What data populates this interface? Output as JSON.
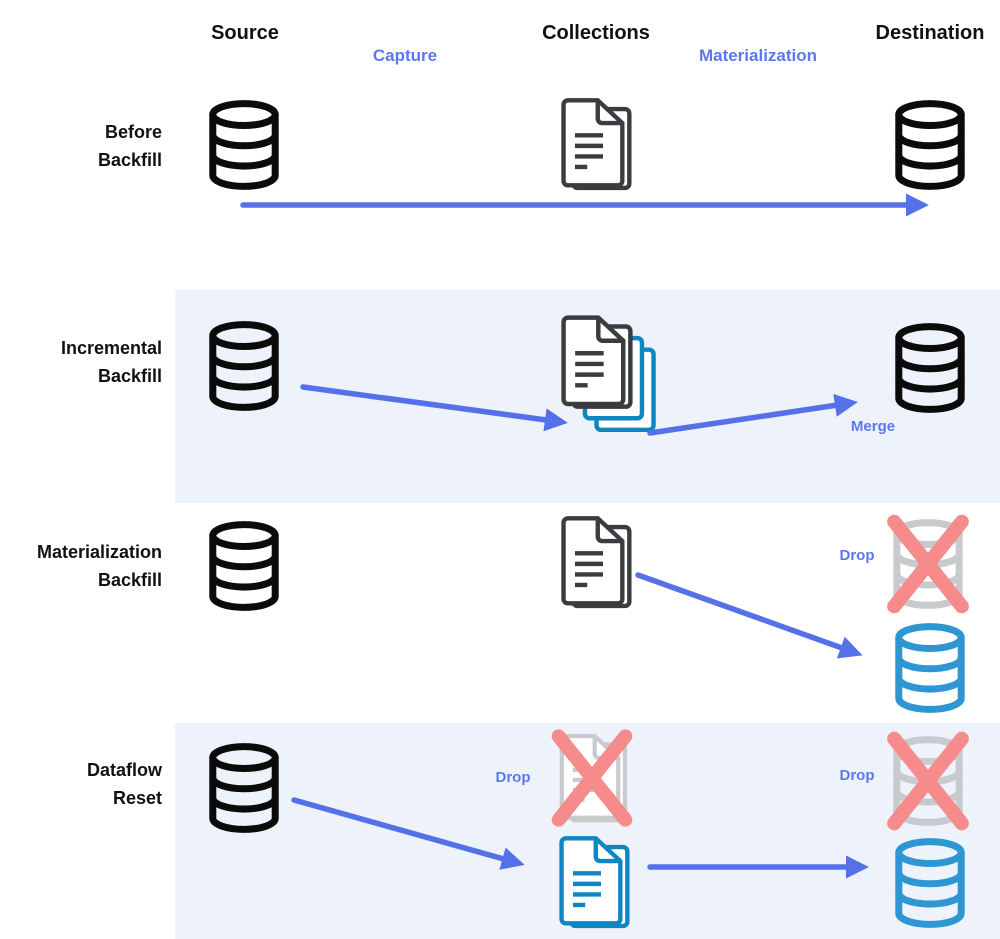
{
  "diagram": {
    "columns": [
      {
        "id": "source",
        "label": "Source"
      },
      {
        "id": "collections",
        "label": "Collections"
      },
      {
        "id": "destination",
        "label": "Destination"
      }
    ],
    "flows": [
      {
        "id": "capture",
        "label": "Capture"
      },
      {
        "id": "materialization",
        "label": "Materialization"
      }
    ],
    "rows": [
      {
        "id": "before-backfill",
        "label_line1": "Before",
        "label_line2": "Backfill"
      },
      {
        "id": "incremental-backfill",
        "label_line1": "Incremental",
        "label_line2": "Backfill",
        "merge_label": "Merge"
      },
      {
        "id": "materialization-backfill",
        "label_line1": "Materialization",
        "label_line2": "Backfill",
        "destination_drop_label": "Drop"
      },
      {
        "id": "dataflow-reset",
        "label_line1": "Dataflow",
        "label_line2": "Reset",
        "collections_drop_label": "Drop",
        "destination_drop_label": "Drop"
      }
    ],
    "icons": [
      {
        "name": "database-icon"
      },
      {
        "name": "document-icon"
      },
      {
        "name": "document-stack-icon"
      },
      {
        "name": "x-mark-icon"
      },
      {
        "name": "arrow-icon"
      }
    ],
    "colors": {
      "accent_text_blue": "#5B78EE",
      "arrow_blue": "#5571EA",
      "icon_black": "#0B0B0C",
      "icon_dark_gray": "#3A3C40",
      "teal_document": "#0E86C2",
      "teal_database": "#2D96D3",
      "inactive_gray": "#C8CACD",
      "drop_x_salmon": "#F58B8B",
      "row_band_background": "#EEF2FB"
    }
  }
}
